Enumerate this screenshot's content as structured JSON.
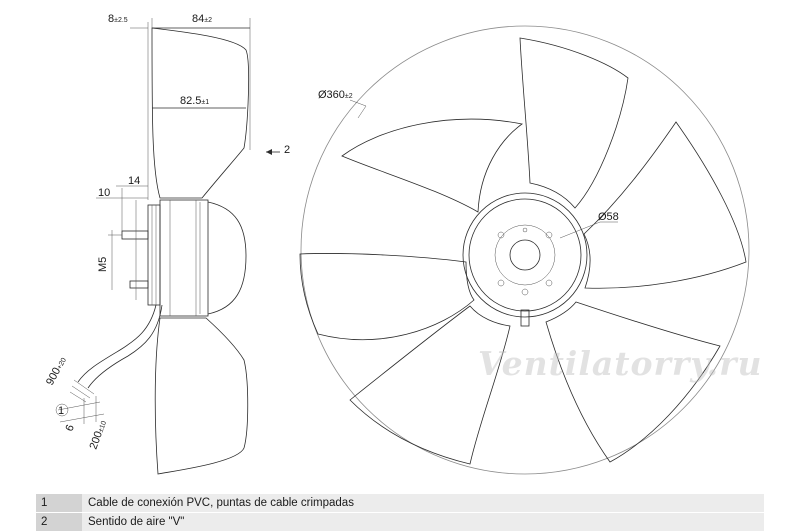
{
  "dimensions": {
    "d8": "8",
    "d8_tol": "±2.5",
    "d84": "84",
    "d84_tol": "±2",
    "d82": "82.5",
    "d82_tol": "±1",
    "d14": "14",
    "d10": "10",
    "m5": "M5",
    "d900": "900",
    "d900_tol": "+20",
    "d1": "1",
    "d6": "6",
    "d200": "200",
    "d200_tol": "±10",
    "d360": "Ø360",
    "d360_tol": "±2",
    "d58": "Ø58",
    "d2": "2"
  },
  "watermark": "Ventilatorry.ru",
  "legend": [
    {
      "num": "1",
      "text": "Cable de conexión PVC, puntas de cable crimpadas"
    },
    {
      "num": "2",
      "text": "Sentido de aire \"V\""
    }
  ]
}
